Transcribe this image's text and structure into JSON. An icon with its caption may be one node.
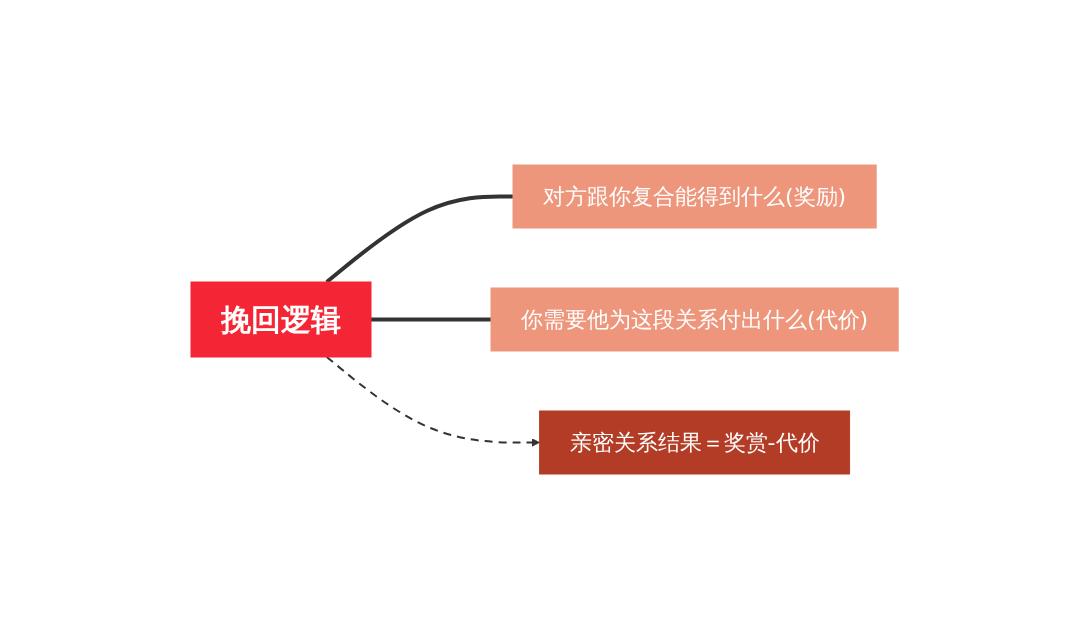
{
  "diagram": {
    "nodes": [
      {
        "text": [
          "挽回逻辑"
        ]
      },
      {
        "text": [
          "对方跟你复合能得到什么(奖励)"
        ]
      },
      {
        "text": [
          "你需要他为这段关系付出什么(代价)"
        ]
      },
      {
        "text": [
          "亲密关系结果＝奖赏-代价"
        ]
      }
    ],
    "edges": [
      {
        "from": 0,
        "to": 1,
        "arrow": "none"
      },
      {
        "from": 0,
        "to": 2,
        "arrow": "none"
      },
      {
        "from": 0,
        "to": 3,
        "arrow": "to",
        "style": "dashed"
      }
    ]
  }
}
